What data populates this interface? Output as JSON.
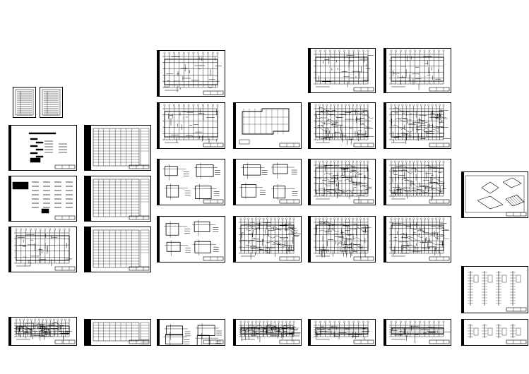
{
  "sheets": [
    {
      "id": "index-a",
      "kind": "index"
    },
    {
      "id": "index-b",
      "kind": "index"
    },
    {
      "id": "notes-1",
      "kind": "notes"
    },
    {
      "id": "notes-2",
      "kind": "notes"
    },
    {
      "id": "plan-left-1",
      "kind": "plan"
    },
    {
      "id": "plan-left-2",
      "kind": "plan-dense"
    },
    {
      "id": "table-1",
      "kind": "table"
    },
    {
      "id": "table-2",
      "kind": "table"
    },
    {
      "id": "table-3",
      "kind": "table"
    },
    {
      "id": "table-4",
      "kind": "table"
    },
    {
      "id": "grid-top",
      "kind": "grid"
    },
    {
      "id": "grid-2",
      "kind": "grid"
    },
    {
      "id": "detail-1",
      "kind": "detail"
    },
    {
      "id": "detail-2",
      "kind": "detail"
    },
    {
      "id": "detail-3",
      "kind": "detail"
    },
    {
      "id": "roof-plan",
      "kind": "outline"
    },
    {
      "id": "detail-4",
      "kind": "detail"
    },
    {
      "id": "plan-dense-1",
      "kind": "plan-dense"
    },
    {
      "id": "plan-dense-2",
      "kind": "plan-dense"
    },
    {
      "id": "grid-right-top-1",
      "kind": "grid"
    },
    {
      "id": "grid-right-top-2",
      "kind": "grid"
    },
    {
      "id": "plan-r2-1",
      "kind": "plan-dense"
    },
    {
      "id": "plan-r2-2",
      "kind": "plan-dense"
    },
    {
      "id": "plan-r3-1",
      "kind": "plan-dense"
    },
    {
      "id": "plan-r3-2",
      "kind": "plan-dense"
    },
    {
      "id": "plan-r4-1",
      "kind": "plan-dense"
    },
    {
      "id": "plan-r4-2",
      "kind": "plan-dense"
    },
    {
      "id": "plan-r5-1",
      "kind": "plan"
    },
    {
      "id": "plan-r5-2",
      "kind": "plan"
    },
    {
      "id": "stair-3d",
      "kind": "stair"
    },
    {
      "id": "section-1",
      "kind": "section"
    },
    {
      "id": "section-2",
      "kind": "section"
    }
  ]
}
